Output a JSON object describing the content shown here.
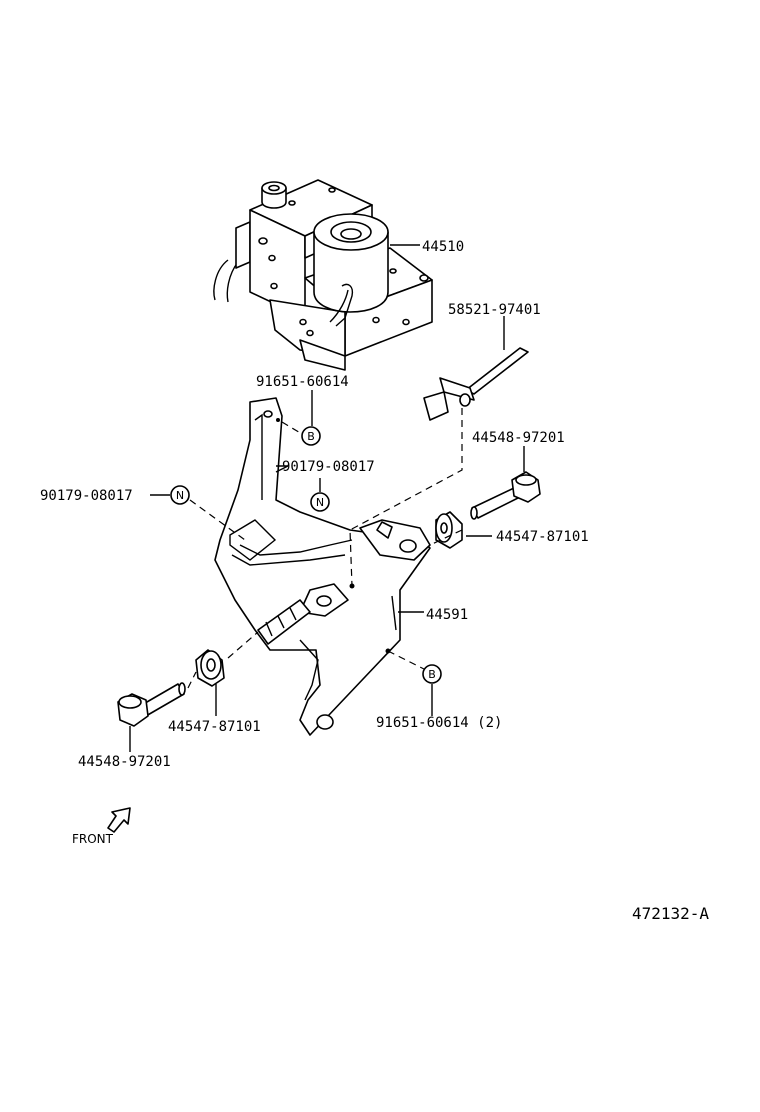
{
  "callouts": {
    "modulator": "44510",
    "sensor": "58521-97401",
    "screw_top": "91651-60614",
    "bolt_right": "44548-97201",
    "clip_center": "90179-08017",
    "clip_left": "90179-08017",
    "bushing_right": "44547-87101",
    "bracket": "44591",
    "screw_bottom": "91651-60614 (2)",
    "bushing_left": "44547-87101",
    "bolt_left": "44548-97201"
  },
  "markers": {
    "b": "B",
    "n": "N"
  },
  "front_label": "FRONT",
  "diagram_code": "472132-A"
}
